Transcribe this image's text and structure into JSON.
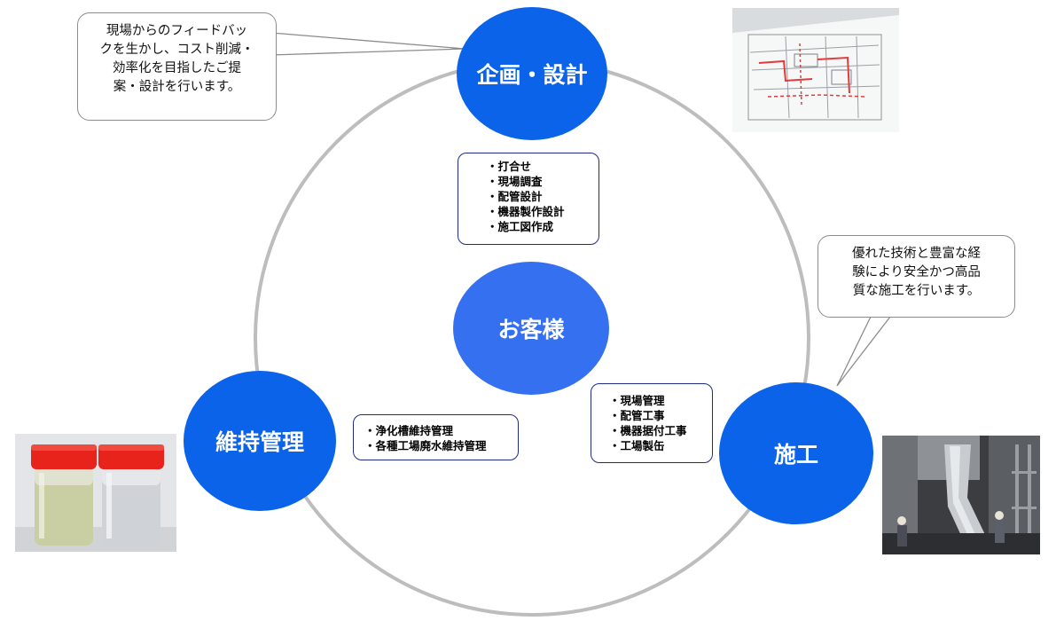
{
  "nodes": {
    "plan": "企画・設計",
    "customer": "お客様",
    "maintenance": "維持管理",
    "construction": "施工"
  },
  "tasks": {
    "plan": [
      "・打合せ",
      "・現場調査",
      "・配管設計",
      "・機器製作設計",
      "・施工図作成"
    ],
    "maintenance": [
      "・浄化槽維持管理",
      "・各種工場廃水維持管理"
    ],
    "construction": [
      "・現場管理",
      "・配管工事",
      "・機器据付工事",
      "・工場製缶"
    ]
  },
  "callouts": {
    "plan": [
      "現場からのフィードバッ",
      "クを生かし、コスト削減・",
      "効率化を目指したご提",
      "案・設計を行います。"
    ],
    "construction": [
      "優れた技術と豊富な経",
      "験により安全かつ高品",
      "質な施工を行います。"
    ]
  },
  "colors": {
    "node": "#0a63e8",
    "customer": "#3470ef",
    "ring": "#bdbdbd",
    "task_border": "#1f2a8a",
    "callout_border": "#8c8c8c",
    "bottle_cap": "#e8231c"
  },
  "photos": {
    "blueprint": "blueprint-photo",
    "bottles": "water-sample-bottles-photo",
    "site": "construction-site-photo"
  }
}
